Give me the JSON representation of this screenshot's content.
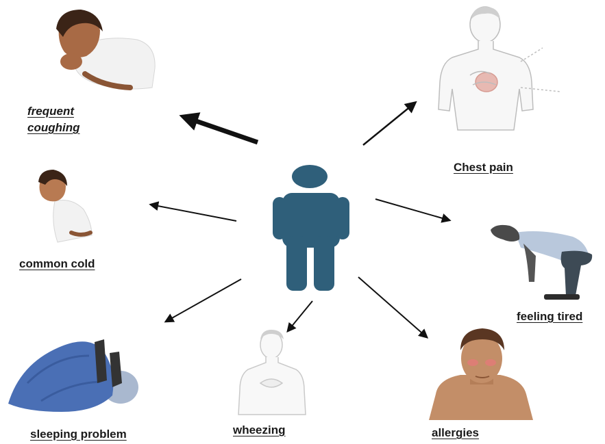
{
  "labels": {
    "frequent_coughing_line1": "frequent",
    "frequent_coughing_line2": "coughing",
    "chest_pain": "Chest pain",
    "common_cold": "common cold",
    "feeling_tired": "feeling tired",
    "sleeping_problem": "sleeping problem",
    "wheezing": "wheezing",
    "allergies": "allergies"
  },
  "colors": {
    "center_figure": "#2f5f7a",
    "arrow": "#111111",
    "skin": "#c98a62",
    "hair": "#3b2417",
    "shirt": "#f2f2f2",
    "blanket": "#4a6fb5",
    "sketch": "#bdbdbd"
  },
  "icons": {
    "center": "person-silhouette-icon",
    "coughing": "coughing-person-icon",
    "chest_pain": "chest-pain-person-icon",
    "cold": "child-cold-icon",
    "tired": "tired-person-icon",
    "sleeping": "sleeping-person-icon",
    "wheezing": "wheezing-person-icon",
    "allergies": "allergy-face-icon"
  }
}
